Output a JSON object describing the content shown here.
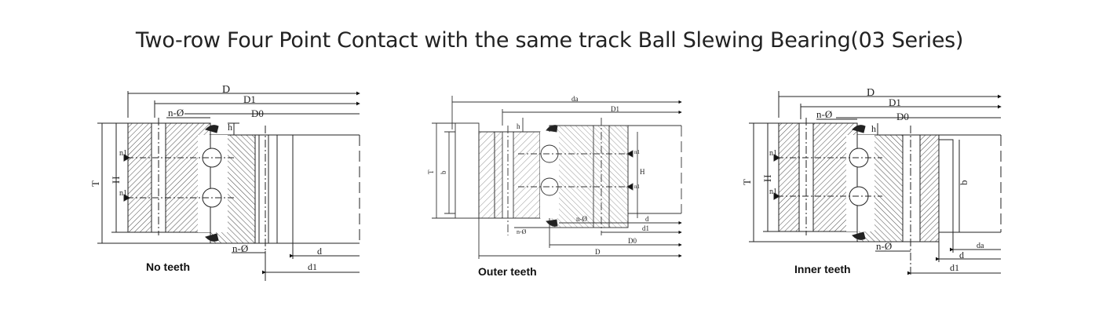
{
  "title": "Two-row Four Point Contact with the same track Ball Slewing Bearing(03 Series)",
  "diagrams": [
    {
      "caption": "No teeth",
      "labels": {
        "D": "D",
        "D1": "D1",
        "D0": "D0",
        "n_phi_top": "n-Ø",
        "n_phi_bottom": "n-Ø",
        "h": "h",
        "T": "T",
        "H": "H",
        "n1_top": "n1",
        "n1_bottom": "n1",
        "d": "d",
        "d1": "d1"
      }
    },
    {
      "caption": "Outer teeth",
      "labels": {
        "da": "da",
        "D1": "D1",
        "h": "h",
        "T": "T",
        "b": "b",
        "H": "H",
        "n1_top": "n1",
        "n1_bottom": "n1",
        "n_phi_right": "n-Ø",
        "n_phi_bottom": "n-Ø",
        "d": "d",
        "d1": "d1",
        "D0": "D0",
        "D": "D"
      }
    },
    {
      "caption": "Inner teeth",
      "labels": {
        "D": "D",
        "D1": "D1",
        "D0": "D0",
        "n_phi_top": "n-Ø",
        "n_phi_bottom": "n-Ø",
        "h": "h",
        "T": "T",
        "H": "H",
        "b": "b",
        "n1_top": "n1",
        "n1_bottom": "n1",
        "da": "da",
        "d": "d",
        "d1": "d1"
      }
    }
  ]
}
